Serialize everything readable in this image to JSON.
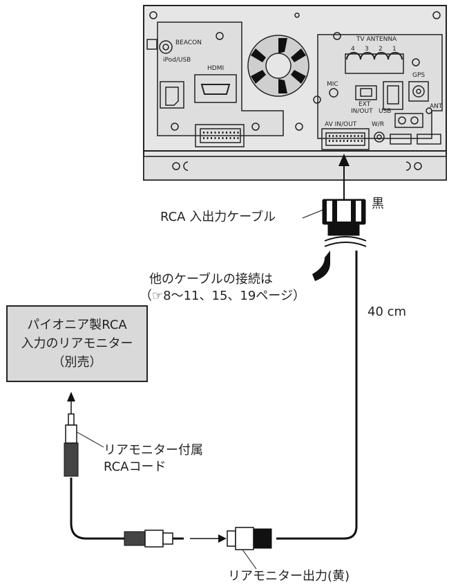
{
  "unit_labels": {
    "beacon": "BEACON",
    "ipod_usb": "iPod/USB",
    "hdmi": "HDMI",
    "tv_antenna": "TV ANTENNA",
    "antenna_numbers": [
      "4",
      "3",
      "2",
      "1"
    ],
    "gps": "GPS",
    "mic": "MIC",
    "ext_in_out": [
      "EXT",
      "IN/OUT"
    ],
    "usb": "USB",
    "ant": "ANT",
    "av_in_out": "AV IN/OUT",
    "w_r": "W/R"
  },
  "connector_color_label": "黒",
  "rca_cable_label": "RCA 入出力ケーブル",
  "other_cables_note": [
    "他のケーブルの接続は",
    "（☞8〜11、15、19ページ）"
  ],
  "cable_length": "40 cm",
  "rear_monitor": [
    "パイオニア製RCA",
    "入力のリアモニター",
    "（別売）"
  ],
  "rca_cord_label": [
    "リアモニター付属",
    "RCAコード"
  ],
  "rear_monitor_output": "リアモニター出力(黄)"
}
